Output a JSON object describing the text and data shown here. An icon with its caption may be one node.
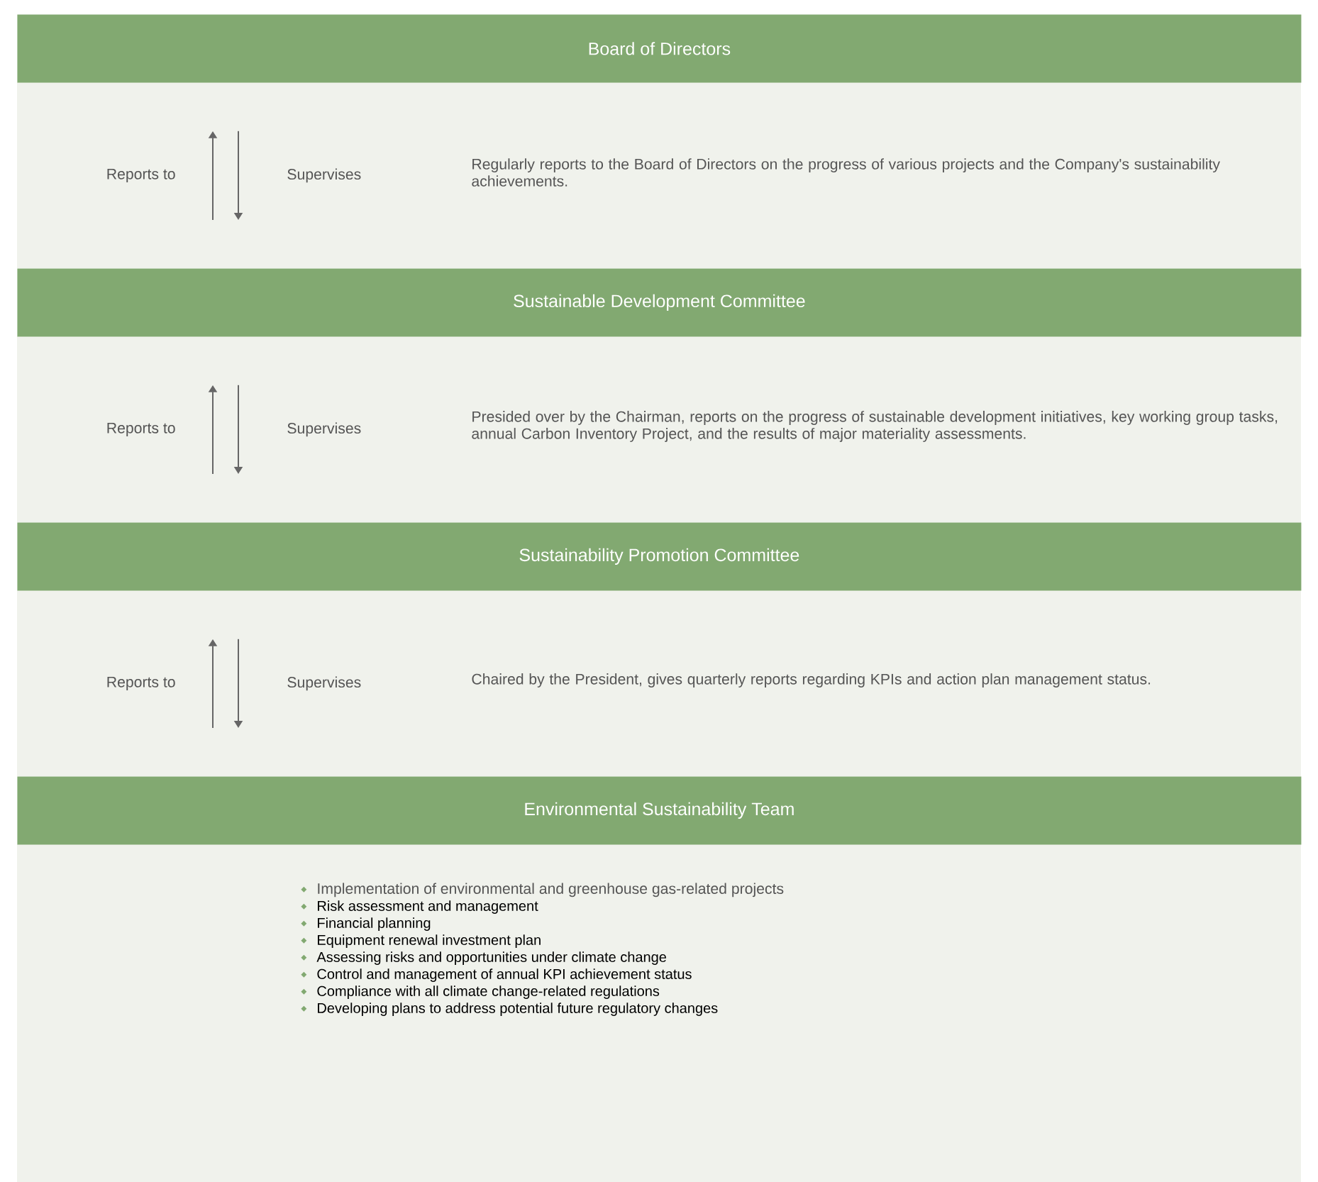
{
  "diagram": {
    "nodes": [
      {
        "text": [
          "Board of Directors"
        ]
      },
      {
        "text": [
          "Regularly reports to the Board of Directors on the progress of various projects and the Company's sustainability achievements."
        ]
      },
      {
        "text": [
          "Sustainable Development Committee"
        ]
      },
      {
        "text": [
          "Presided over by the Chairman, reports on the progress of sustainable development initiatives, key working group tasks, annual Carbon Inventory Project, and the results of major materiality assessments."
        ]
      },
      {
        "text": [
          "Sustainability Promotion Committee"
        ]
      },
      {
        "text": [
          "Chaired by the President, gives quarterly reports regarding KPIs and action plan management status."
        ]
      },
      {
        "text": [
          "Environmental Sustainability Team"
        ]
      },
      {
        "text": [
          "Implementation of environmental and greenhouse gas-related projects",
          "Risk assessment and management",
          "Financial planning",
          "Equipment renewal investment plan",
          "Assessing risks and opportunities under climate change",
          "Control and management of annual KPI achievement status",
          "Compliance with all climate change-related regulations",
          "Developing plans to address potential future regulatory changes"
        ]
      }
    ],
    "edges": [
      {
        "from": 2,
        "to": 0,
        "arrow": "to",
        "label": "Reports to"
      },
      {
        "from": 0,
        "to": 2,
        "arrow": "to",
        "label": "Supervises"
      },
      {
        "from": 4,
        "to": 2,
        "arrow": "to",
        "label": "Reports to"
      },
      {
        "from": 2,
        "to": 4,
        "arrow": "to",
        "label": "Supervises"
      },
      {
        "from": 6,
        "to": 4,
        "arrow": "to",
        "label": "Reports to"
      },
      {
        "from": 4,
        "to": 6,
        "arrow": "to",
        "label": "Supervises"
      }
    ]
  }
}
